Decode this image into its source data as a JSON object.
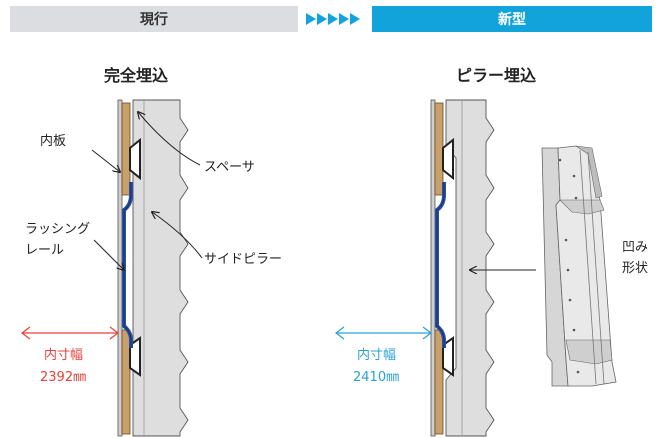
{
  "header": {
    "current_label": "現行",
    "new_label": "新型"
  },
  "left": {
    "title": "完全埋込",
    "inner_board": "内板",
    "spacer": "スペーサ",
    "lashing_rail_line1": "ラッシング",
    "lashing_rail_line2": "レール",
    "side_pillar": "サイドピラー",
    "dim_label": "内寸幅",
    "dim_value": "2392㎜",
    "dim_color": "#e8403a"
  },
  "right": {
    "title": "ピラー埋込",
    "recess_line1": "凹み",
    "recess_line2": "形状",
    "dim_label": "内寸幅",
    "dim_value": "2410㎜",
    "dim_color": "#2aa0d8"
  },
  "colors": {
    "accent_blue": "#12a3db",
    "rail_blue": "#2a4fa3",
    "wood": "#c9a06a",
    "pillar_gray": "#dedede"
  }
}
